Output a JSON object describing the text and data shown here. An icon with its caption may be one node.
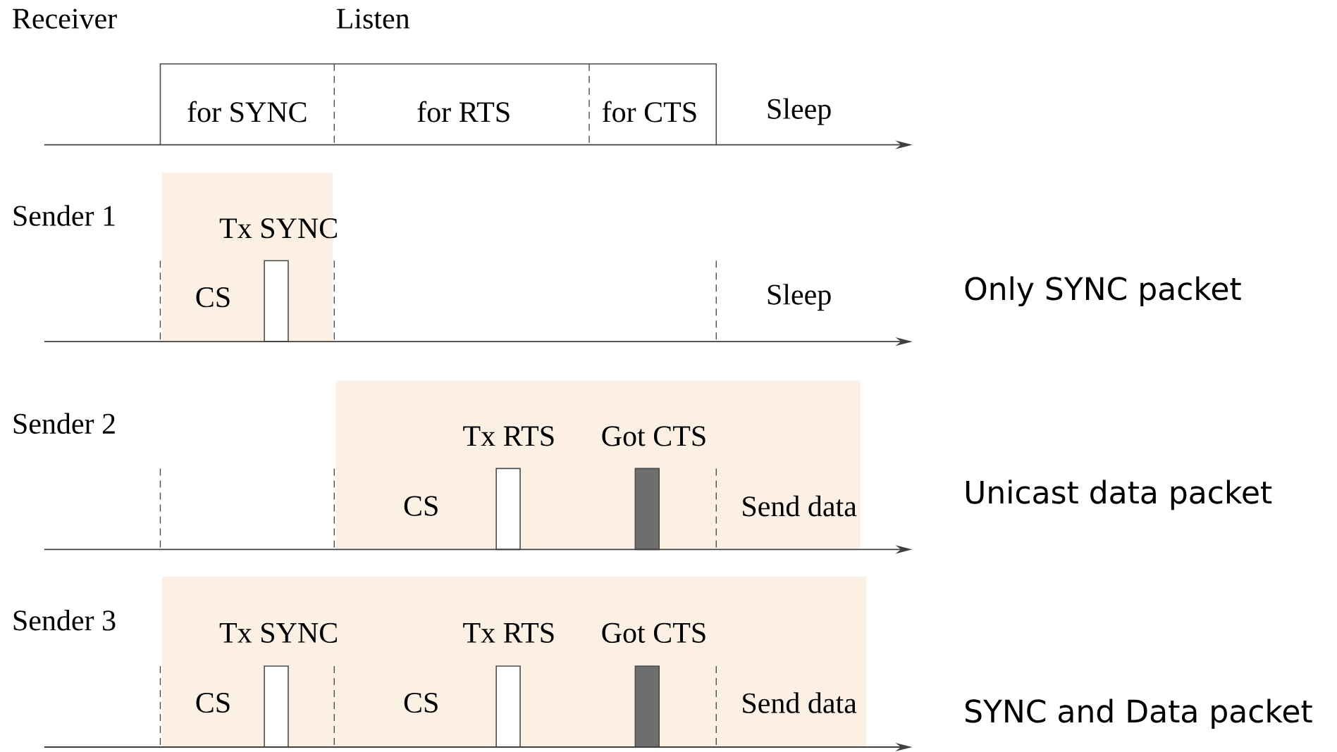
{
  "diagram": {
    "nodes": [
      {
        "text": [
          "for SYNC"
        ]
      },
      {
        "text": [
          "for RTS"
        ]
      },
      {
        "text": [
          "for CTS"
        ]
      },
      {
        "text": [
          "Tx SYNC",
          "CS"
        ]
      },
      {
        "text": [],
        "shape": "bar",
        "in": 3
      },
      {
        "text": [
          "Tx RTS",
          "Got CTS",
          "CS",
          "Send data"
        ]
      },
      {
        "text": [],
        "shape": "bar",
        "in": 5
      },
      {
        "text": [],
        "shape": "bar",
        "in": 5
      },
      {
        "text": [
          "Tx SYNC",
          "Tx RTS",
          "Got CTS",
          "CS",
          "CS",
          "Send data"
        ]
      },
      {
        "text": [],
        "shape": "bar",
        "in": 8
      },
      {
        "text": [],
        "shape": "bar",
        "in": 8
      },
      {
        "text": [],
        "shape": "bar",
        "in": 8
      }
    ],
    "labels": [
      "Receiver",
      "Listen",
      "Sleep",
      "Sender 1",
      "Sleep",
      "Only SYNC packet",
      "Sender 2",
      "Unicast data packet",
      "Sender 3",
      "SYNC and Data packet"
    ]
  }
}
